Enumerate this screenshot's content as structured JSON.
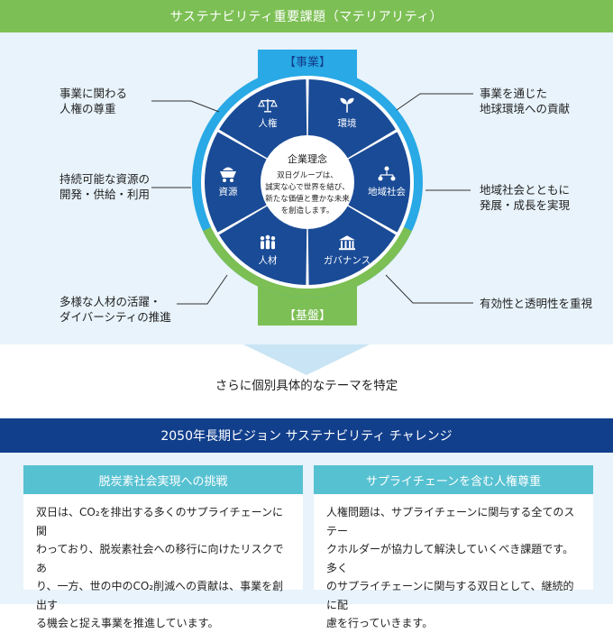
{
  "header": {
    "title": "サステナビリティ重要課題（マテリアリティ）"
  },
  "wheel": {
    "top_label": "【事業】",
    "bottom_label": "【基盤】",
    "center": {
      "title": "企業理念",
      "lines": [
        "双日グループは、",
        "誠実な心で世界を結び、",
        "新たな価値と豊かな未来",
        "を創造します。"
      ]
    },
    "segments": [
      {
        "label": "人権",
        "icon": "scales-icon"
      },
      {
        "label": "環境",
        "icon": "sprout-icon"
      },
      {
        "label": "地域社会",
        "icon": "community-network-icon"
      },
      {
        "label": "ガバナンス",
        "icon": "building-icon"
      },
      {
        "label": "人材",
        "icon": "people-icon"
      },
      {
        "label": "資源",
        "icon": "mine-cart-icon"
      }
    ]
  },
  "issues": {
    "human_rights": [
      "事業に関わる",
      "人権の尊重"
    ],
    "resources": [
      "持続可能な資源の",
      "開発・供給・利用"
    ],
    "talent": [
      "多様な人材の活躍・",
      "ダイバーシティの推進"
    ],
    "environment": [
      "事業を通じた",
      "地球環境への貢献"
    ],
    "community": [
      "地域社会とともに",
      "発展・成長を実現"
    ],
    "governance": [
      "有効性と透明性を重視"
    ]
  },
  "transition": {
    "text": "さらに個別具体的なテーマを特定"
  },
  "vision": {
    "title": "2050年長期ビジョン サステナビリティ チャレンジ"
  },
  "cards": [
    {
      "title": "脱炭素社会実現への挑戦",
      "lines": [
        "双日は、CO₂を排出する多くのサプライチェーンに関",
        "わっており、脱炭素社会への移行に向けたリスクであ",
        "り、一方、世の中のCO₂削減への貢献は、事業を創出す",
        "る機会と捉え事業を推進しています。"
      ]
    },
    {
      "title": "サプライチェーンを含む人権尊重",
      "lines": [
        "人権問題は、サプライチェーンに関与する全てのステー",
        "クホルダーが協力して解決していくべき課題です。多く",
        "のサプライチェーンに関与する双日として、継続的に配",
        "慮を行っていきます。"
      ]
    }
  ],
  "colors": {
    "green": "#7cbf54",
    "navy": "#123f8c",
    "segment": "#1a4b96",
    "ring_blue": "#29a9e6",
    "teal": "#56c1d1",
    "panel": "#e8f3fb"
  }
}
